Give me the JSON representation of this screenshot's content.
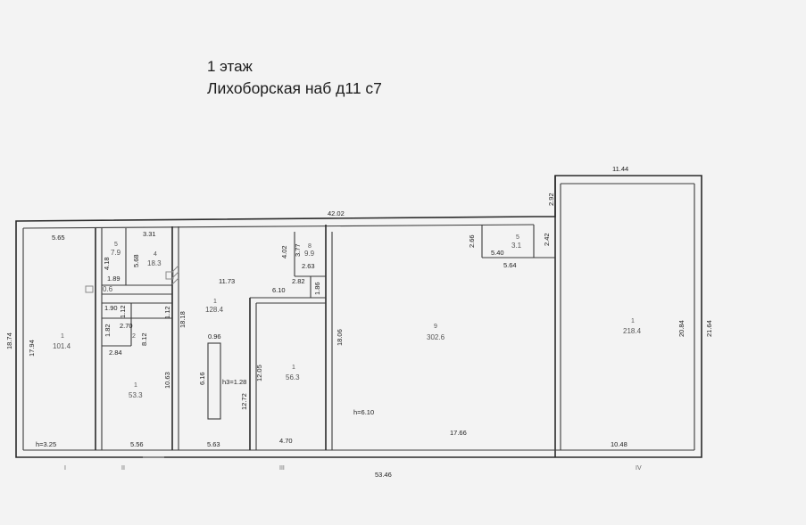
{
  "title": {
    "floor": "1 этаж",
    "address": "Лихоборская наб д11 с7"
  },
  "dimensions": {
    "top_main": "42.02",
    "top_annex": "11.44",
    "annex_step": "2.92",
    "bottom_total": "53.46",
    "left_total": "18.74",
    "right_total": "21.64",
    "right_inner": "20.84",
    "room1_top": "5.65",
    "room1_left": "17.94",
    "room1_height": "h=3.25",
    "small_top": "3.31",
    "small_a": "4.18",
    "small_b": "5.68",
    "small_c": "1.89",
    "small_d": "1.90",
    "small_e": "1.12",
    "small_f": "2.70",
    "small_g": "1.82",
    "small_h": "8.12",
    "small_i": "2.84",
    "small_j": "1.12",
    "room_left_bottom": "5.56",
    "room_left_inner": "10.63",
    "center_top": "11.73",
    "center_a": "18.18",
    "center_b": "0.96",
    "center_c": "6.16",
    "center_height": "h3=1.28",
    "center_bottom": "5.63",
    "center_d": "12.72",
    "center_e": "12.05",
    "room56_top": "6.10",
    "room56_bottom": "4.70",
    "wc_a": "4.02",
    "wc_b": "3.77",
    "wc_c": "2.63",
    "wc_d": "2.82",
    "wc_e": "1.86",
    "hall_left": "18.06",
    "hall_height": "h=6.10",
    "hall_bottom": "17.66",
    "office_a": "2.66",
    "office_b": "5.40",
    "office_c": "2.42",
    "office_d": "5.64",
    "annex_bottom": "10.48"
  },
  "rooms": {
    "r1_num": "1",
    "r1_area": "101.4",
    "r2_num": "5",
    "r2_area": "7.9",
    "r3_num": "4",
    "r3_area": "18.3",
    "r4_num": "1",
    "r4_area": "128.4",
    "r5_num": "8",
    "r5_area": "9.9",
    "r6_num": "9",
    "r6_area": "302.6",
    "r7_num": "5",
    "r7_area": "3.1",
    "r8_num": "1",
    "r8_area": "218.4",
    "r9_num": "1",
    "r9_area": "53.3",
    "r10_num": "1",
    "r10_area": "56.3",
    "r11_num": "2",
    "r12_area": "0.6"
  },
  "axes": {
    "a1": "I",
    "a2": "II",
    "a3": "III",
    "a4": "IV"
  }
}
